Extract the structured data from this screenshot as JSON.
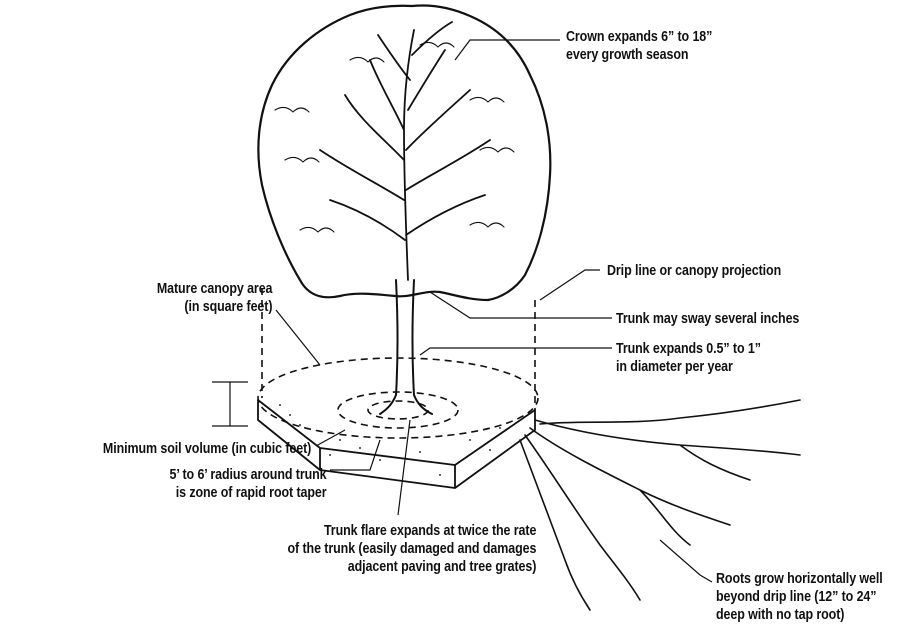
{
  "labels": {
    "crown": [
      "Crown expands 6” to 18”",
      "every growth season"
    ],
    "drip_line": [
      "Drip line or canopy projection"
    ],
    "trunk_sway": [
      "Trunk may sway several inches"
    ],
    "trunk_expands": [
      "Trunk expands 0.5” to 1”",
      "in diameter per year"
    ],
    "canopy_area": [
      "Mature canopy area",
      "(in square feet)"
    ],
    "soil_volume": [
      "Minimum soil volume (in cubic feet)"
    ],
    "radius": [
      "5’ to 6’ radius around trunk",
      "is zone of rapid root taper"
    ],
    "trunk_flare": [
      "Trunk flare expands at twice the rate",
      "of the trunk (easily damaged and damages",
      "adjacent paving and tree grates)"
    ],
    "roots": [
      "Roots grow horizontally well",
      "beyond drip line (12” to 24”",
      "deep with no tap root)"
    ]
  }
}
